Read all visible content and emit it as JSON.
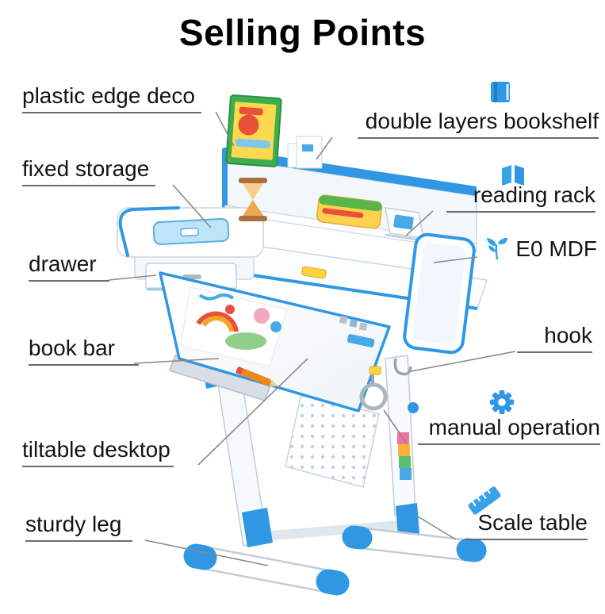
{
  "title": "Selling Points",
  "labels": {
    "left": [
      {
        "text": "plastic edge deco"
      },
      {
        "text": "fixed storage"
      },
      {
        "text": "drawer"
      },
      {
        "text": "book bar"
      },
      {
        "text": "tiltable desktop"
      },
      {
        "text": "sturdy leg"
      }
    ],
    "right": [
      {
        "text": "double layers bookshelf",
        "icon": "book-icon"
      },
      {
        "text": "reading rack",
        "icon": "open-book-icon"
      },
      {
        "text": "E0 MDF",
        "icon": "leaf-icon"
      },
      {
        "text": "hook"
      },
      {
        "text": "manual operation",
        "icon": "gear-icon"
      },
      {
        "text": "Scale table",
        "icon": "ruler-icon"
      }
    ]
  },
  "colors": {
    "accent_blue": "#2f97e3",
    "icon_blue": "#35a3e8",
    "leader_line": "#8a8a8a",
    "underline": "#6b6b6b",
    "text": "#141414"
  }
}
